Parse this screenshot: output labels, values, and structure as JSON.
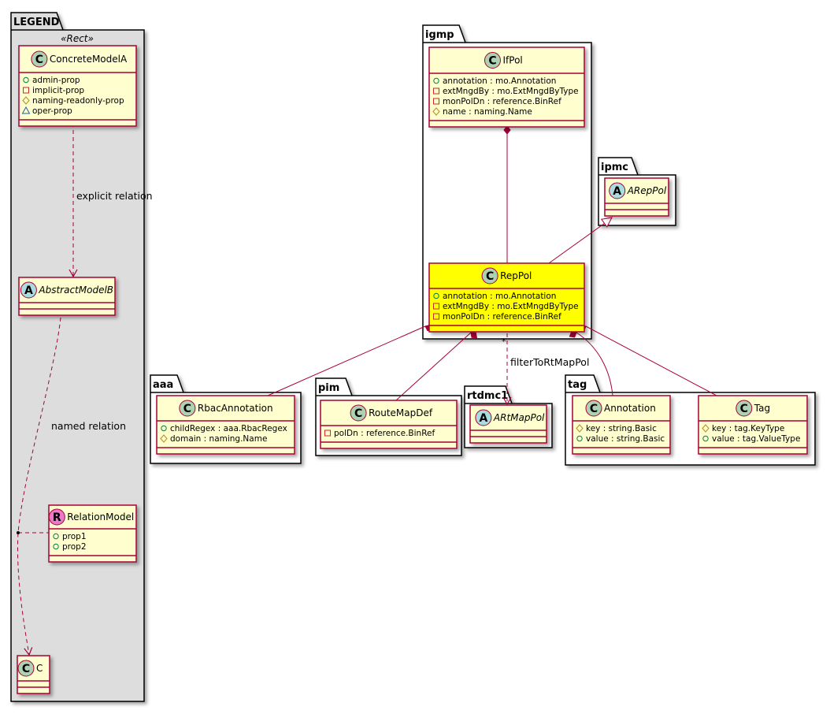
{
  "colors": {
    "border": "#a80036",
    "class_fill": "#fefece",
    "highlight_fill": "#ffff00",
    "package_fill": "#ffffff",
    "legend_fill": "#dddddd",
    "class_icon": "#add1b2",
    "abstract_icon": "#a9dcdf",
    "relation_icon": "#ea79c9"
  },
  "packages": {
    "legend": {
      "name": "LEGEND",
      "stereotype": "«Rect»"
    },
    "igmp": {
      "name": "igmp"
    },
    "ipmc": {
      "name": "ipmc"
    },
    "aaa": {
      "name": "aaa"
    },
    "pim": {
      "name": "pim"
    },
    "rtdmc1": {
      "name": "rtdmc1"
    },
    "tag": {
      "name": "tag"
    }
  },
  "classes": {
    "concrete": {
      "icon": "C",
      "name": "ConcreteModelA",
      "italic": false,
      "attrs": [
        [
          "public",
          "admin-prop"
        ],
        [
          "private",
          "implicit-prop"
        ],
        [
          "protected",
          "naming-readonly-prop"
        ],
        [
          "package",
          "oper-prop"
        ]
      ]
    },
    "abstractb": {
      "icon": "A",
      "name": "AbstractModelB",
      "italic": true,
      "attrs": []
    },
    "relation": {
      "icon": "R",
      "name": "RelationModel",
      "italic": false,
      "attrs": [
        [
          "public",
          "prop1"
        ],
        [
          "public",
          "prop2"
        ]
      ]
    },
    "c": {
      "icon": "C",
      "name": "C",
      "italic": false,
      "attrs": []
    },
    "ifpol": {
      "icon": "C",
      "name": "IfPol",
      "italic": false,
      "attrs": [
        [
          "public",
          "annotation : mo.Annotation"
        ],
        [
          "private",
          "extMngdBy : mo.ExtMngdByType"
        ],
        [
          "private",
          "monPolDn : reference.BinRef"
        ],
        [
          "protected",
          "name : naming.Name"
        ]
      ]
    },
    "arepol": {
      "icon": "A",
      "name": "ARepPol",
      "italic": true,
      "attrs": []
    },
    "reppol": {
      "icon": "C",
      "name": "RepPol",
      "italic": false,
      "highlight": true,
      "attrs": [
        [
          "public",
          "annotation : mo.Annotation"
        ],
        [
          "private",
          "extMngdBy : mo.ExtMngdByType"
        ],
        [
          "private",
          "monPolDn : reference.BinRef"
        ]
      ]
    },
    "rbac": {
      "icon": "C",
      "name": "RbacAnnotation",
      "italic": false,
      "attrs": [
        [
          "public",
          "childRegex : aaa.RbacRegex"
        ],
        [
          "protected",
          "domain : naming.Name"
        ]
      ]
    },
    "routemap": {
      "icon": "C",
      "name": "RouteMapDef",
      "italic": false,
      "attrs": [
        [
          "private",
          "polDn : reference.BinRef"
        ]
      ]
    },
    "artmap": {
      "icon": "A",
      "name": "ARtMapPol",
      "italic": true,
      "attrs": []
    },
    "annotation": {
      "icon": "C",
      "name": "Annotation",
      "italic": false,
      "attrs": [
        [
          "protected",
          "key : string.Basic"
        ],
        [
          "public",
          "value : string.Basic"
        ]
      ]
    },
    "tag": {
      "icon": "C",
      "name": "Tag",
      "italic": false,
      "attrs": [
        [
          "protected",
          "key : tag.KeyType"
        ],
        [
          "public",
          "value : tag.ValueType"
        ]
      ]
    }
  },
  "relations": {
    "explicit": "explicit relation",
    "named": "named relation",
    "filter": "filterToRtMapPol",
    "filter_mult": "*"
  }
}
